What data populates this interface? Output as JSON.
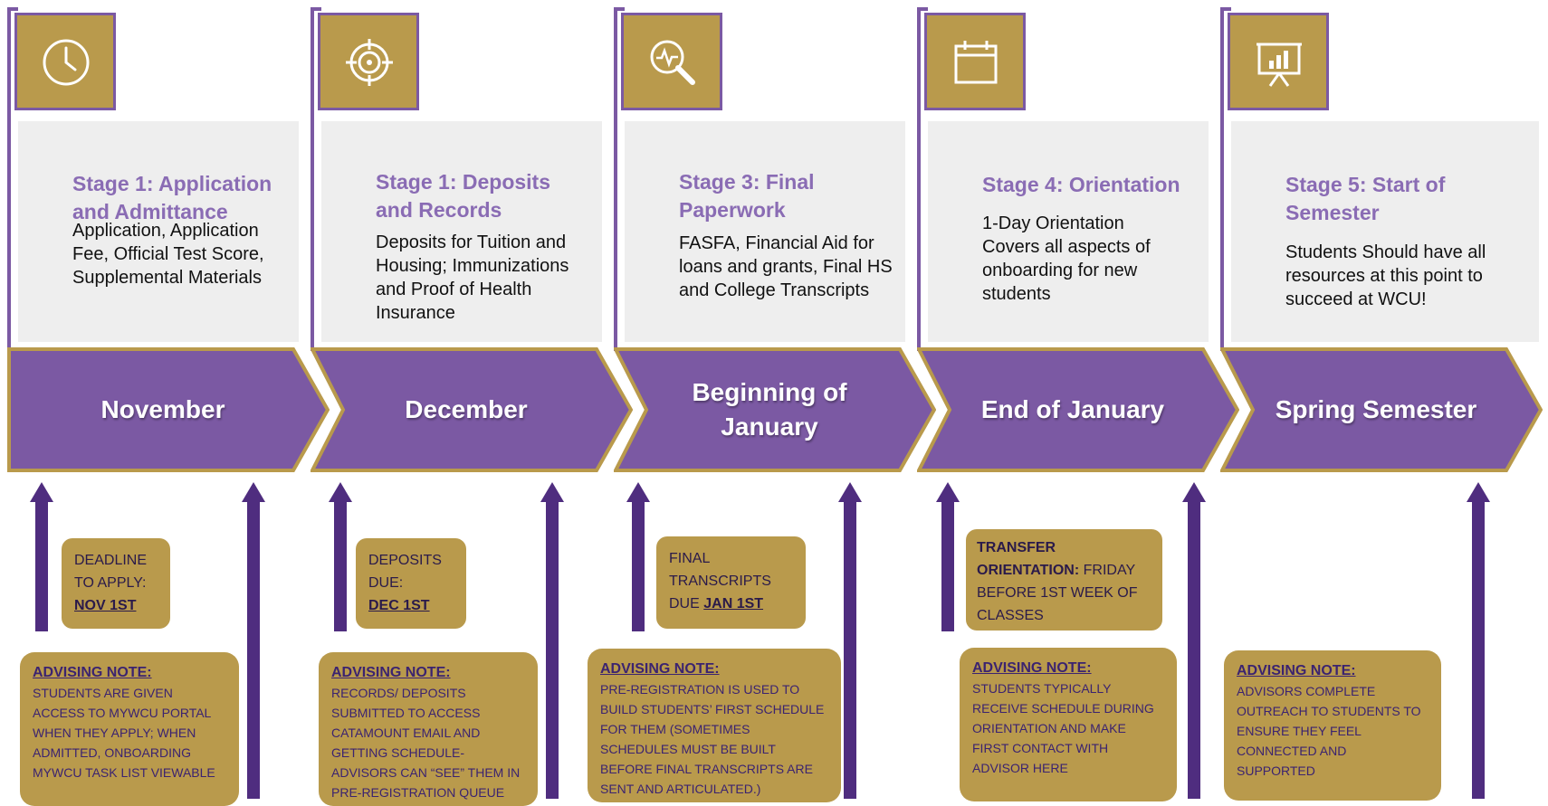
{
  "colors": {
    "purple": "#7b59a3",
    "dark_purple": "#4f2d7f",
    "gold": "#b99a4c",
    "panel": "#eeeeee",
    "title_purple": "#8a6cb4"
  },
  "stages": [
    {
      "icon": "clock-icon",
      "title": "Stage 1: Application and Admittance",
      "body": "Application, Application Fee, Official Test Score, Supplemental Materials",
      "month": "November",
      "deadline": {
        "text": "DEADLINE TO APPLY:",
        "strong": "NOV 1ST"
      },
      "note": {
        "title": "ADVISING NOTE:",
        "body": "STUDENTS ARE GIVEN ACCESS TO MYWCU PORTAL WHEN THEY APPLY; WHEN ADMITTED, ONBOARDING MYWCU TASK LIST VIEWABLE"
      }
    },
    {
      "icon": "target-icon",
      "title": "Stage 1: Deposits and Records",
      "body": "Deposits for Tuition and Housing; Immunizations and Proof of Health Insurance",
      "month": "December",
      "deadline": {
        "text": "DEPOSITS DUE:",
        "strong": "DEC 1ST"
      },
      "note": {
        "title": "ADVISING NOTE:",
        "body": "RECORDS/ DEPOSITS SUBMITTED TO ACCESS CATAMOUNT EMAIL AND GETTING SCHEDULE-ADVISORS CAN “SEE” THEM IN PRE-REGISTRATION QUEUE"
      }
    },
    {
      "icon": "search-analytics-icon",
      "title": "Stage 3: Final Paperwork",
      "body": "FASFA, Financial Aid for loans and grants, Final HS and College Transcripts",
      "month": "Beginning of January",
      "deadline": {
        "text": "FINAL TRANSCRIPTS DUE",
        "strong": "JAN 1ST"
      },
      "note": {
        "title": "ADVISING NOTE:",
        "body": "PRE-REGISTRATION IS USED TO BUILD STUDENTS’ FIRST SCHEDULE FOR THEM (SOMETIMES SCHEDULES MUST BE BUILT BEFORE FINAL TRANSCRIPTS ARE SENT AND ARTICULATED.)"
      }
    },
    {
      "icon": "calendar-icon",
      "title": "Stage 4: Orientation",
      "body": "1-Day Orientation Covers all aspects of onboarding for new students",
      "month": "End of January",
      "deadline": {
        "lead": "TRANSFER ORIENTATION:",
        "text": "FRIDAY BEFORE 1ST WEEK OF CLASSES"
      },
      "note": {
        "title": "ADVISING NOTE:",
        "body": "STUDENTS TYPICALLY RECEIVE SCHEDULE DURING ORIENTATION AND MAKE FIRST CONTACT WITH ADVISOR HERE"
      }
    },
    {
      "icon": "presentation-chart-icon",
      "title": "Stage 5: Start of Semester",
      "body": "Students Should have all resources at this point to succeed at WCU!",
      "month": "Spring Semester",
      "note": {
        "title": "ADVISING NOTE:",
        "body": "ADVISORS COMPLETE OUTREACH TO STUDENTS TO ENSURE THEY FEEL CONNECTED AND SUPPORTED"
      }
    }
  ]
}
